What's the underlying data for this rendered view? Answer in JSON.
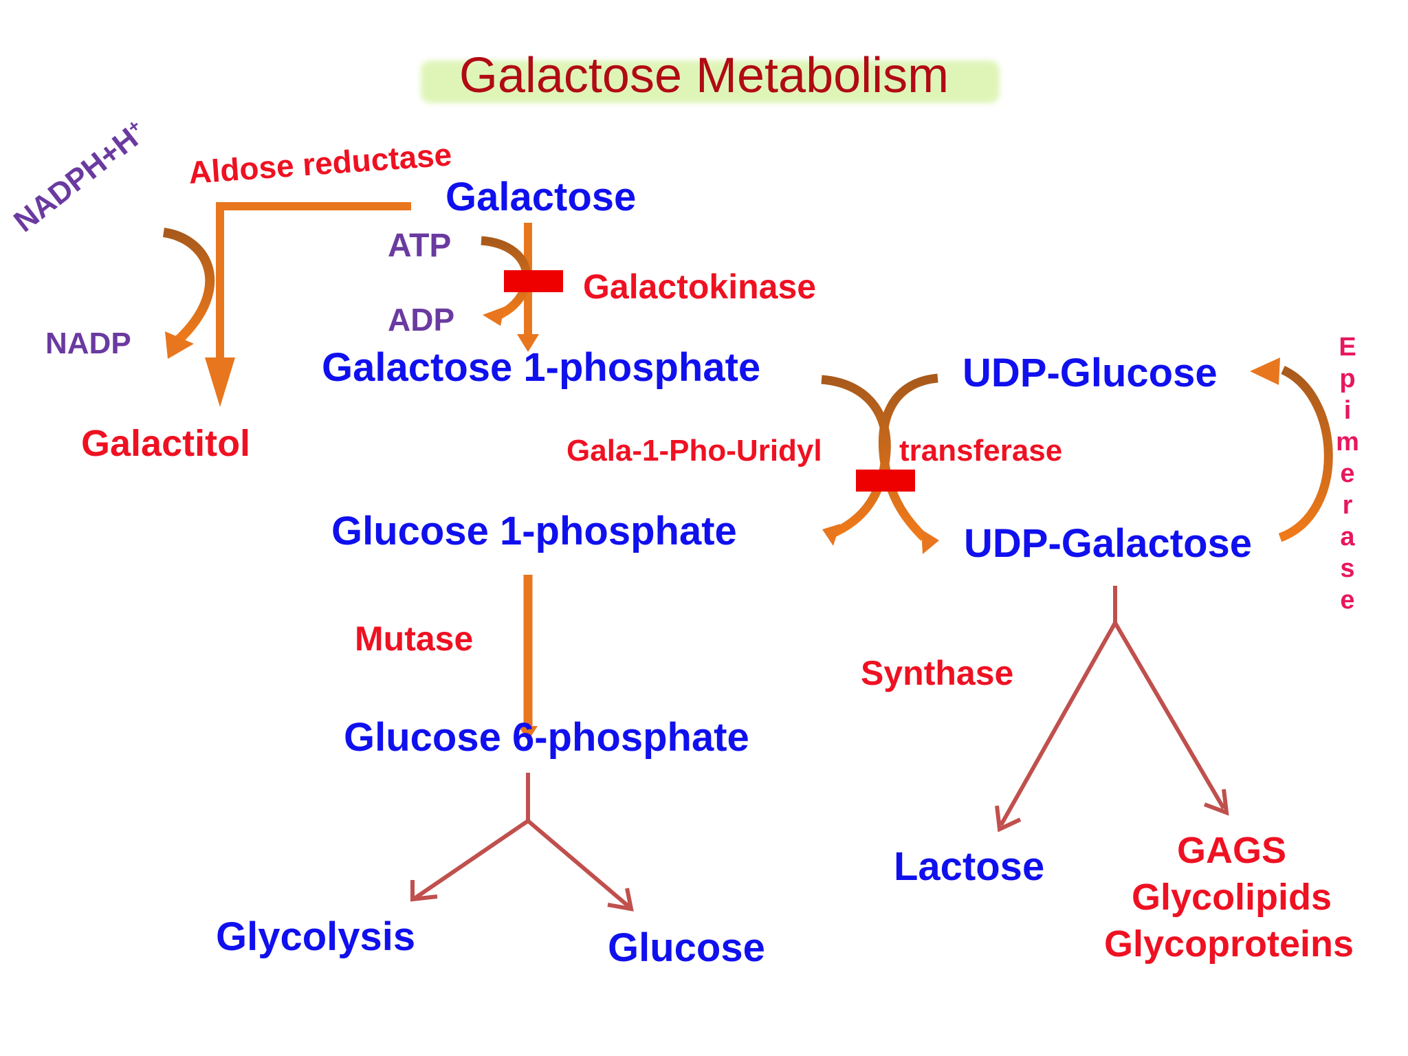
{
  "title": "Galactose Metabolism",
  "cofactors": {
    "nadph": "NADPH+H",
    "nadph_sup": "+",
    "nadp": "NADP",
    "atp": "ATP",
    "adp": "ADP"
  },
  "enzymes": {
    "aldose_reductase": "Aldose reductase",
    "galactokinase": "Galactokinase",
    "transferase_left": "Gala-1-Pho-Uridyl",
    "transferase_right": "transferase",
    "mutase": "Mutase",
    "synthase": "Synthase",
    "epimerase": [
      "E",
      "p",
      "i",
      "m",
      "e",
      "r",
      "a",
      "s",
      "e"
    ]
  },
  "metabolites": {
    "galactose": "Galactose",
    "galactitol": "Galactitol",
    "galactose_1_phosphate": "Galactose 1-phosphate",
    "udp_glucose": "UDP-Glucose",
    "udp_galactose": "UDP-Galactose",
    "glucose_1_phosphate": "Glucose 1-phosphate",
    "glucose_6_phosphate": "Glucose 6-phosphate",
    "glycolysis": "Glycolysis",
    "glucose": "Glucose",
    "lactose": "Lactose",
    "gags": "GAGS",
    "glycolipids": "Glycolipids",
    "glycoproteins": "Glycoproteins"
  },
  "colors": {
    "title": "#b00b14",
    "metabolite": "#1010ee",
    "enzyme": "#ee1122",
    "cofactor": "#6a3aa0",
    "arrow_main": "#e8761e",
    "arrow_branch": "#c0504d",
    "inhibition_bar": "#ee0000"
  }
}
